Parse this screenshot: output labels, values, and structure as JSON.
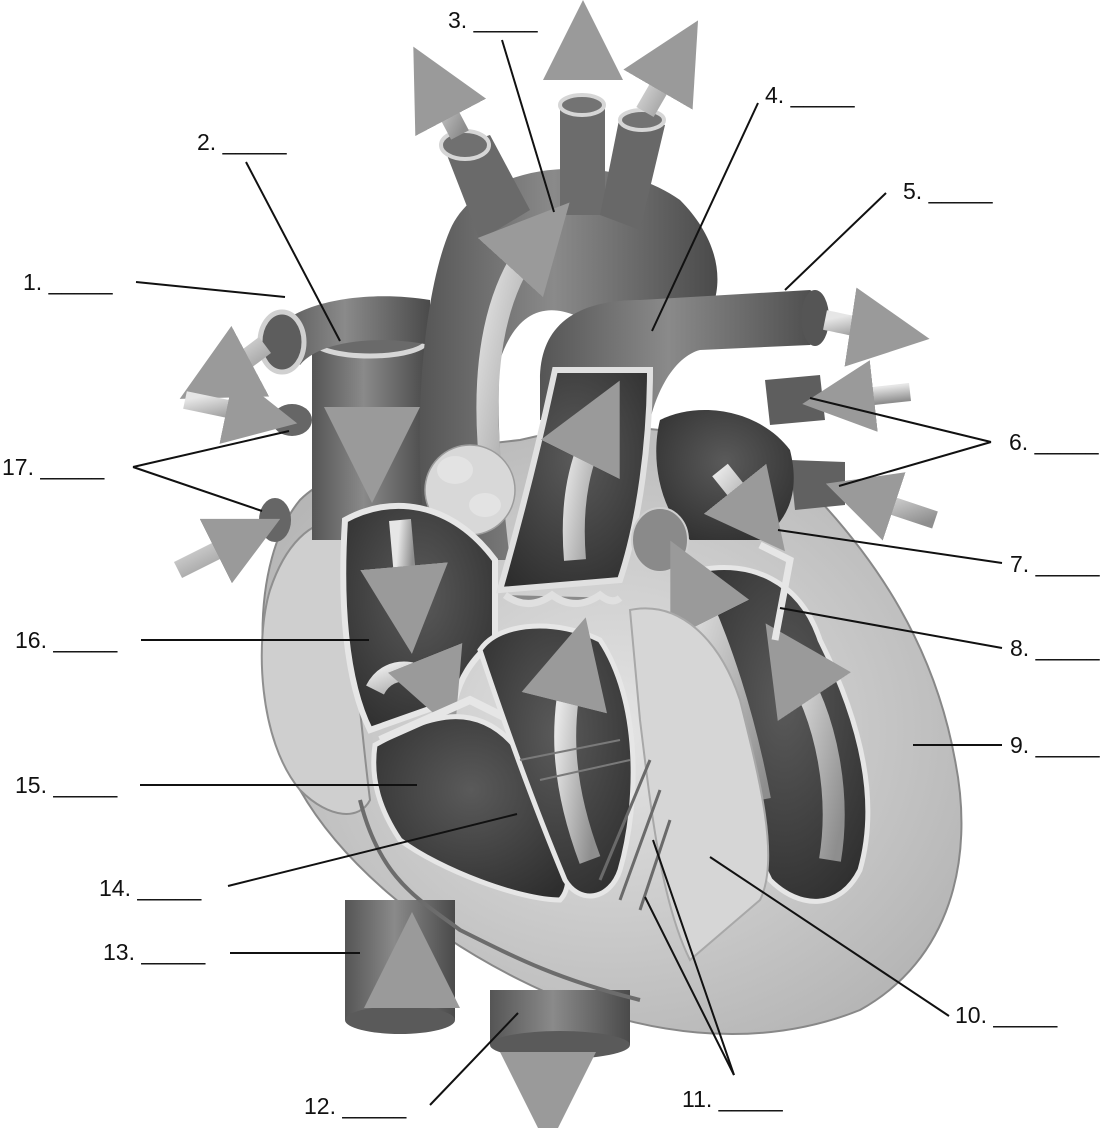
{
  "labels": [
    {
      "id": "1",
      "text": "1. _____"
    },
    {
      "id": "2",
      "text": "2. _____"
    },
    {
      "id": "3",
      "text": "3. _____"
    },
    {
      "id": "4",
      "text": "4. _____"
    },
    {
      "id": "5",
      "text": "5. _____"
    },
    {
      "id": "6",
      "text": "6. _____"
    },
    {
      "id": "7",
      "text": "7. _____"
    },
    {
      "id": "8",
      "text": "8. _____"
    },
    {
      "id": "9",
      "text": "9. _____"
    },
    {
      "id": "10",
      "text": "10. _____"
    },
    {
      "id": "11",
      "text": "11. _____"
    },
    {
      "id": "12",
      "text": "12. _____"
    },
    {
      "id": "13",
      "text": "13. _____"
    },
    {
      "id": "14",
      "text": "14. _____"
    },
    {
      "id": "15",
      "text": "15. _____"
    },
    {
      "id": "16",
      "text": "16. _____"
    },
    {
      "id": "17",
      "text": "17. _____"
    }
  ],
  "colors": {
    "vessel": "#6f6f6f",
    "vessel_dark": "#4c4c4c",
    "muscle": "#c9c9c9",
    "muscle_light": "#dedede",
    "chamber": "#3d3d3d",
    "arrow": "#9a9a9a",
    "leader_line": "#111111"
  }
}
